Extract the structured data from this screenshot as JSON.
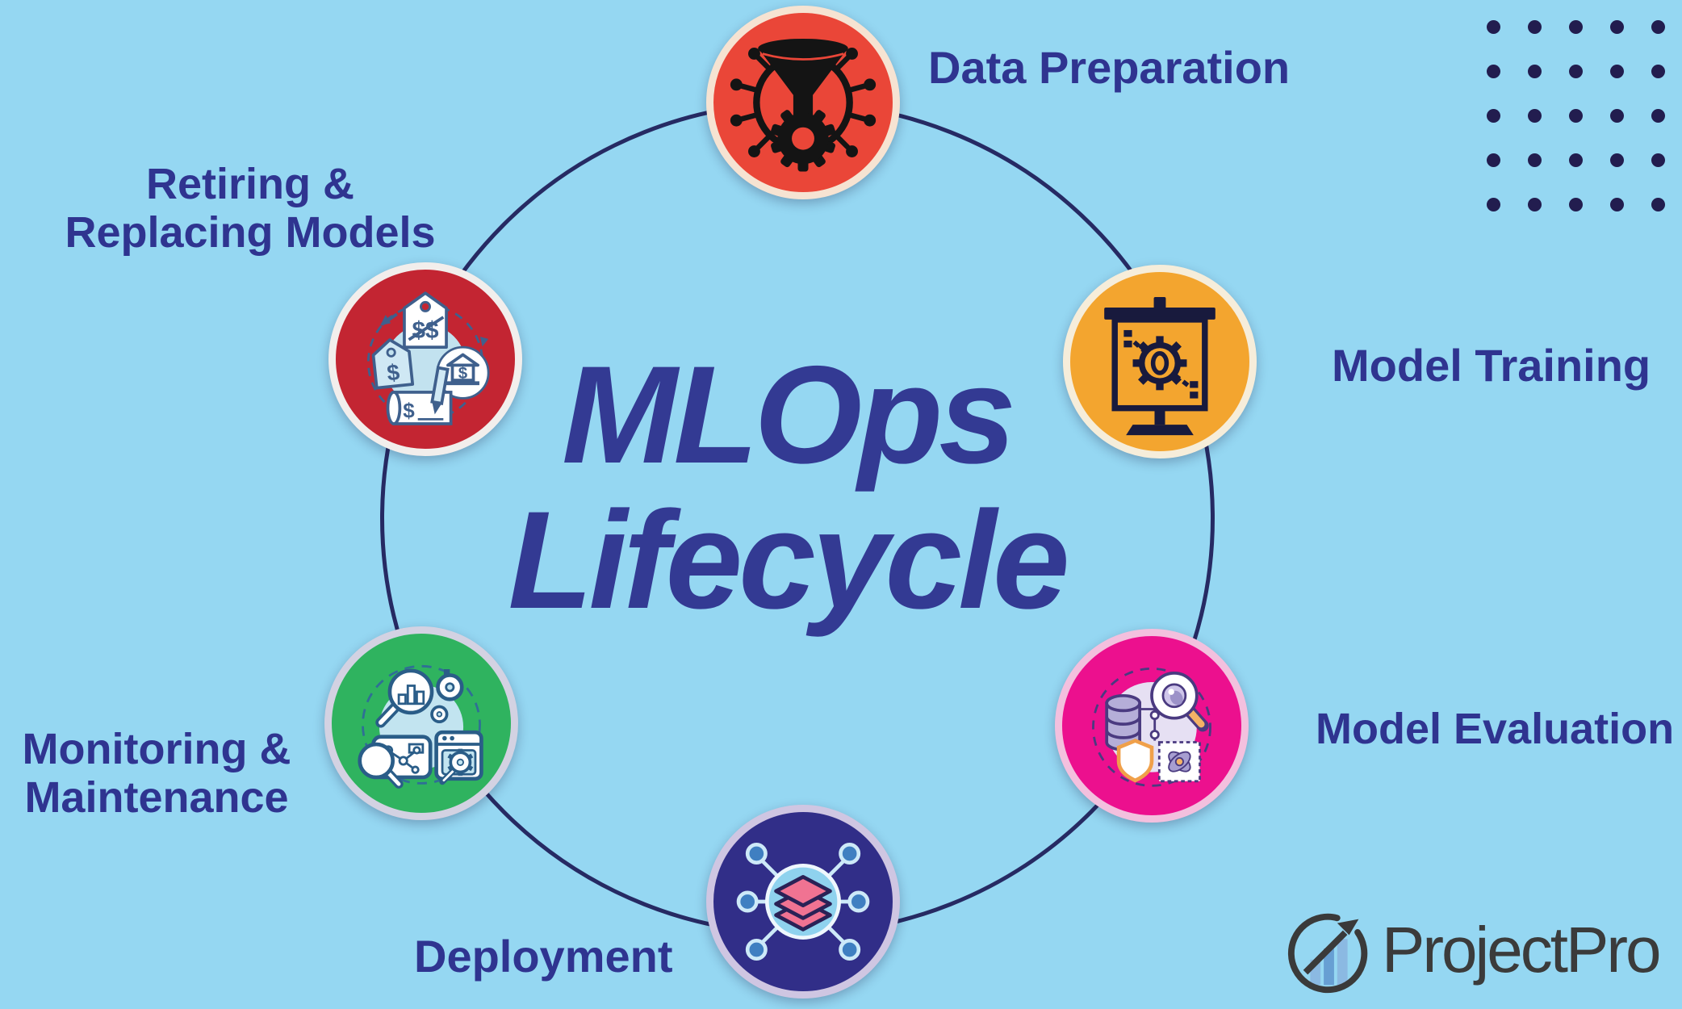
{
  "page": {
    "background": "#95d7f2",
    "ring_color": "#262a63",
    "label_color": "#2f3490"
  },
  "title": {
    "line1": "MLOps",
    "line2": "Lifecycle",
    "color": "#333a93"
  },
  "decor": {
    "dots": {
      "rows": 5,
      "cols": 5,
      "color": "#221d4f"
    }
  },
  "nodes": {
    "data_preparation": {
      "label": "Data Preparation",
      "fill": "#ea4638",
      "border": "#f6e3d2",
      "icon": "funnel-gear-icon"
    },
    "model_training": {
      "label": "Model Training",
      "fill": "#f3a52f",
      "border": "#f6edda",
      "icon": "presentation-gear-icon"
    },
    "model_evaluation": {
      "label": "Model Evaluation",
      "fill": "#ec108e",
      "border": "#f3c0de",
      "icon": "data-inspection-icon"
    },
    "deployment": {
      "label": "Deployment",
      "fill": "#312e88",
      "border": "#cfc6e2",
      "icon": "layers-network-icon"
    },
    "monitoring": {
      "label_line1": "Monitoring &",
      "label_line2": "Maintenance",
      "fill": "#2fb35f",
      "border": "#d3d2e2",
      "icon": "analytics-maintenance-icon"
    },
    "retiring": {
      "label_line1": "Retiring &",
      "label_line2": "Replacing Models",
      "fill": "#c32532",
      "border": "#f2eeec",
      "icon": "cost-tags-icon"
    }
  },
  "icon_glyphs": {
    "double_dollar": "$$",
    "dollar": "$"
  },
  "logo": {
    "text": "ProjectPro",
    "color": "#3b3b3b",
    "bar_colors": [
      "#8bb9e2",
      "#679fd3",
      "#8bb9e2"
    ]
  }
}
